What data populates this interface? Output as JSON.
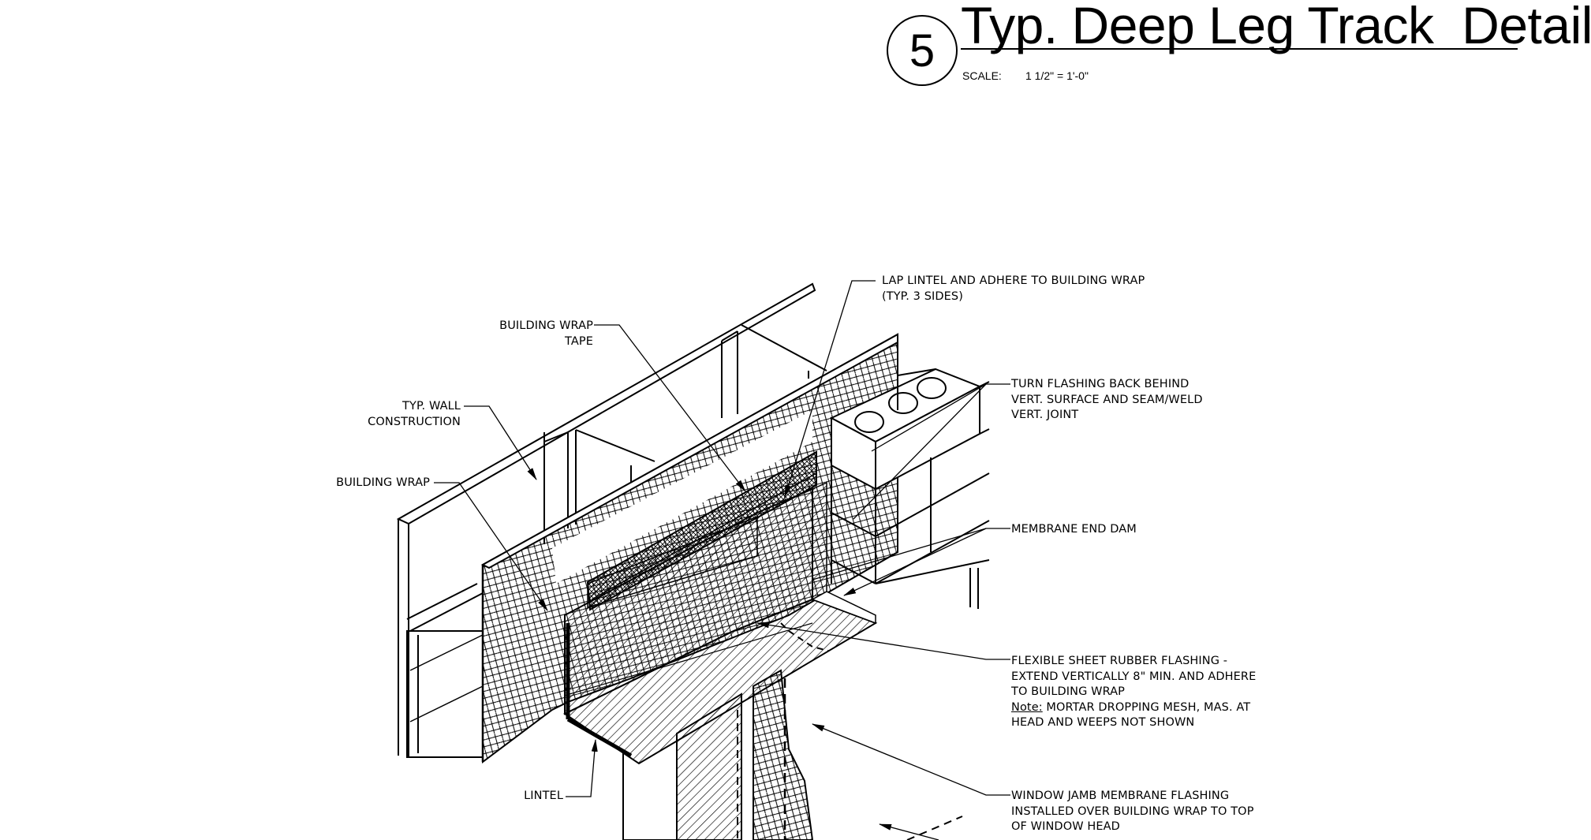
{
  "title_block": {
    "detail_number": "5",
    "title": "Typ. Deep Leg Track  Detail",
    "scale_label": "SCALE:",
    "scale_value": "1 1/2\" = 1'-0\""
  },
  "callouts": {
    "building_wrap_tape": [
      "BUILDING WRAP",
      "TAPE"
    ],
    "lap_lintel": [
      "LAP LINTEL AND ADHERE TO BUILDING WRAP",
      "(TYP. 3 SIDES)"
    ],
    "typ_wall": [
      "TYP. WALL",
      "CONSTRUCTION"
    ],
    "turn_flashing": [
      "TURN FLASHING BACK BEHIND",
      "VERT. SURFACE AND SEAM/WELD",
      "VERT. JOINT"
    ],
    "building_wrap": [
      "BUILDING WRAP"
    ],
    "membrane_end_dam": [
      "MEMBRANE END DAM"
    ],
    "flexible_flashing": [
      "FLEXIBLE SHEET RUBBER FLASHING -",
      "EXTEND VERTICALLY 8\" MIN. AND ADHERE",
      "TO BUILDING WRAP"
    ],
    "flexible_flashing_note_label": "Note:",
    "flexible_flashing_note": [
      " MORTAR DROPPING MESH, MAS. AT",
      "HEAD AND WEEPS NOT SHOWN"
    ],
    "lintel": [
      "LINTEL"
    ],
    "window_jamb": [
      "WINDOW JAMB MEMBRANE FLASHING",
      "INSTALLED OVER BUILDING WRAP TO TOP",
      "OF WINDOW HEAD"
    ]
  }
}
